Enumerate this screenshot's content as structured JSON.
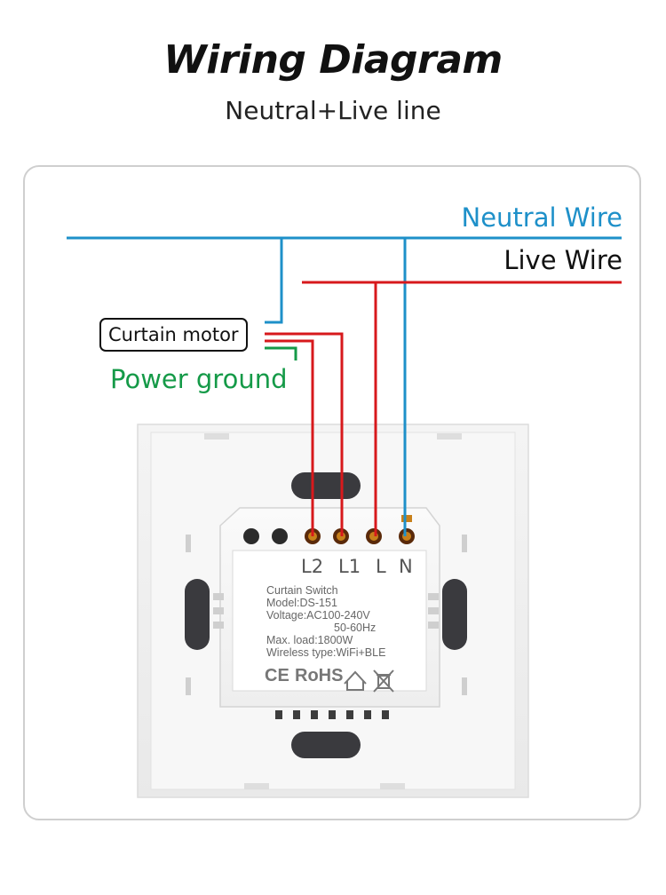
{
  "header": {
    "title": "Wiring Diagram",
    "subtitle": "Neutral+Live line"
  },
  "wires": {
    "neutral_label": "Neutral Wire",
    "live_label": "Live Wire",
    "neutral_color": "#1e90c9",
    "live_color": "#d7191c",
    "ground_color": "#159a48"
  },
  "motor": {
    "label": "Curtain motor",
    "ground_label": "Power ground"
  },
  "terminals": [
    "L2",
    "L1",
    "L",
    "N"
  ],
  "device_label": {
    "product": "Curtain Switch",
    "model": "Model:DS-151",
    "voltage": "Voltage:AC100-240V",
    "frequency": "50-60Hz",
    "max_load": "Max. load:1800W",
    "wireless": "Wireless type:WiFi+BLE"
  },
  "certifications": {
    "ce": "CE",
    "rohs": "RoHS"
  },
  "icons": [
    "house-icon",
    "crossed-bin-icon"
  ]
}
